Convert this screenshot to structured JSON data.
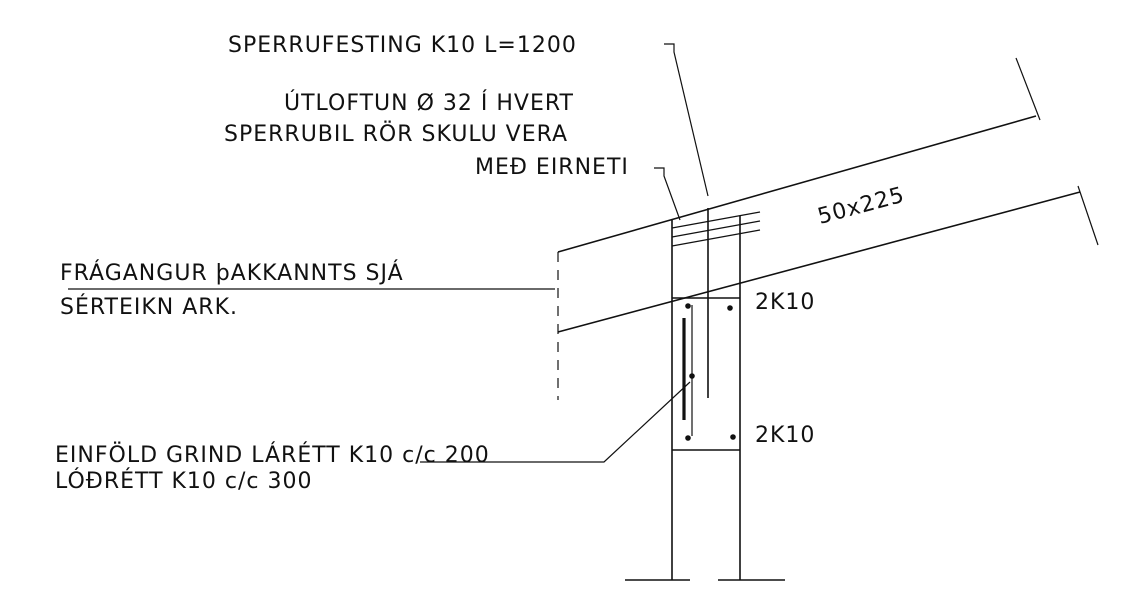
{
  "labels": {
    "rafter_anchor": "SPERRUFESTING K10 L=1200",
    "vent_line1": "ÚTLOFTUN Ø 32 Í HVERT",
    "vent_line2": "SPERRUBIL RÖR SKULU VERA",
    "vent_line3": "MEÐ EIRNETI",
    "rafter_size": "50x225",
    "fascia_line1": "FRÁGANGUR þAKKANNTS SJÁ",
    "fascia_line2": "SÉRTEIKN ARK.",
    "rebar_top": "2K10",
    "rebar_bottom": "2K10",
    "mesh_line1": "EINFÖLD GRIND LÁRÉTT K10 c/c 200",
    "mesh_line2": "LÓÐRÉTT K10 c/c 300"
  }
}
